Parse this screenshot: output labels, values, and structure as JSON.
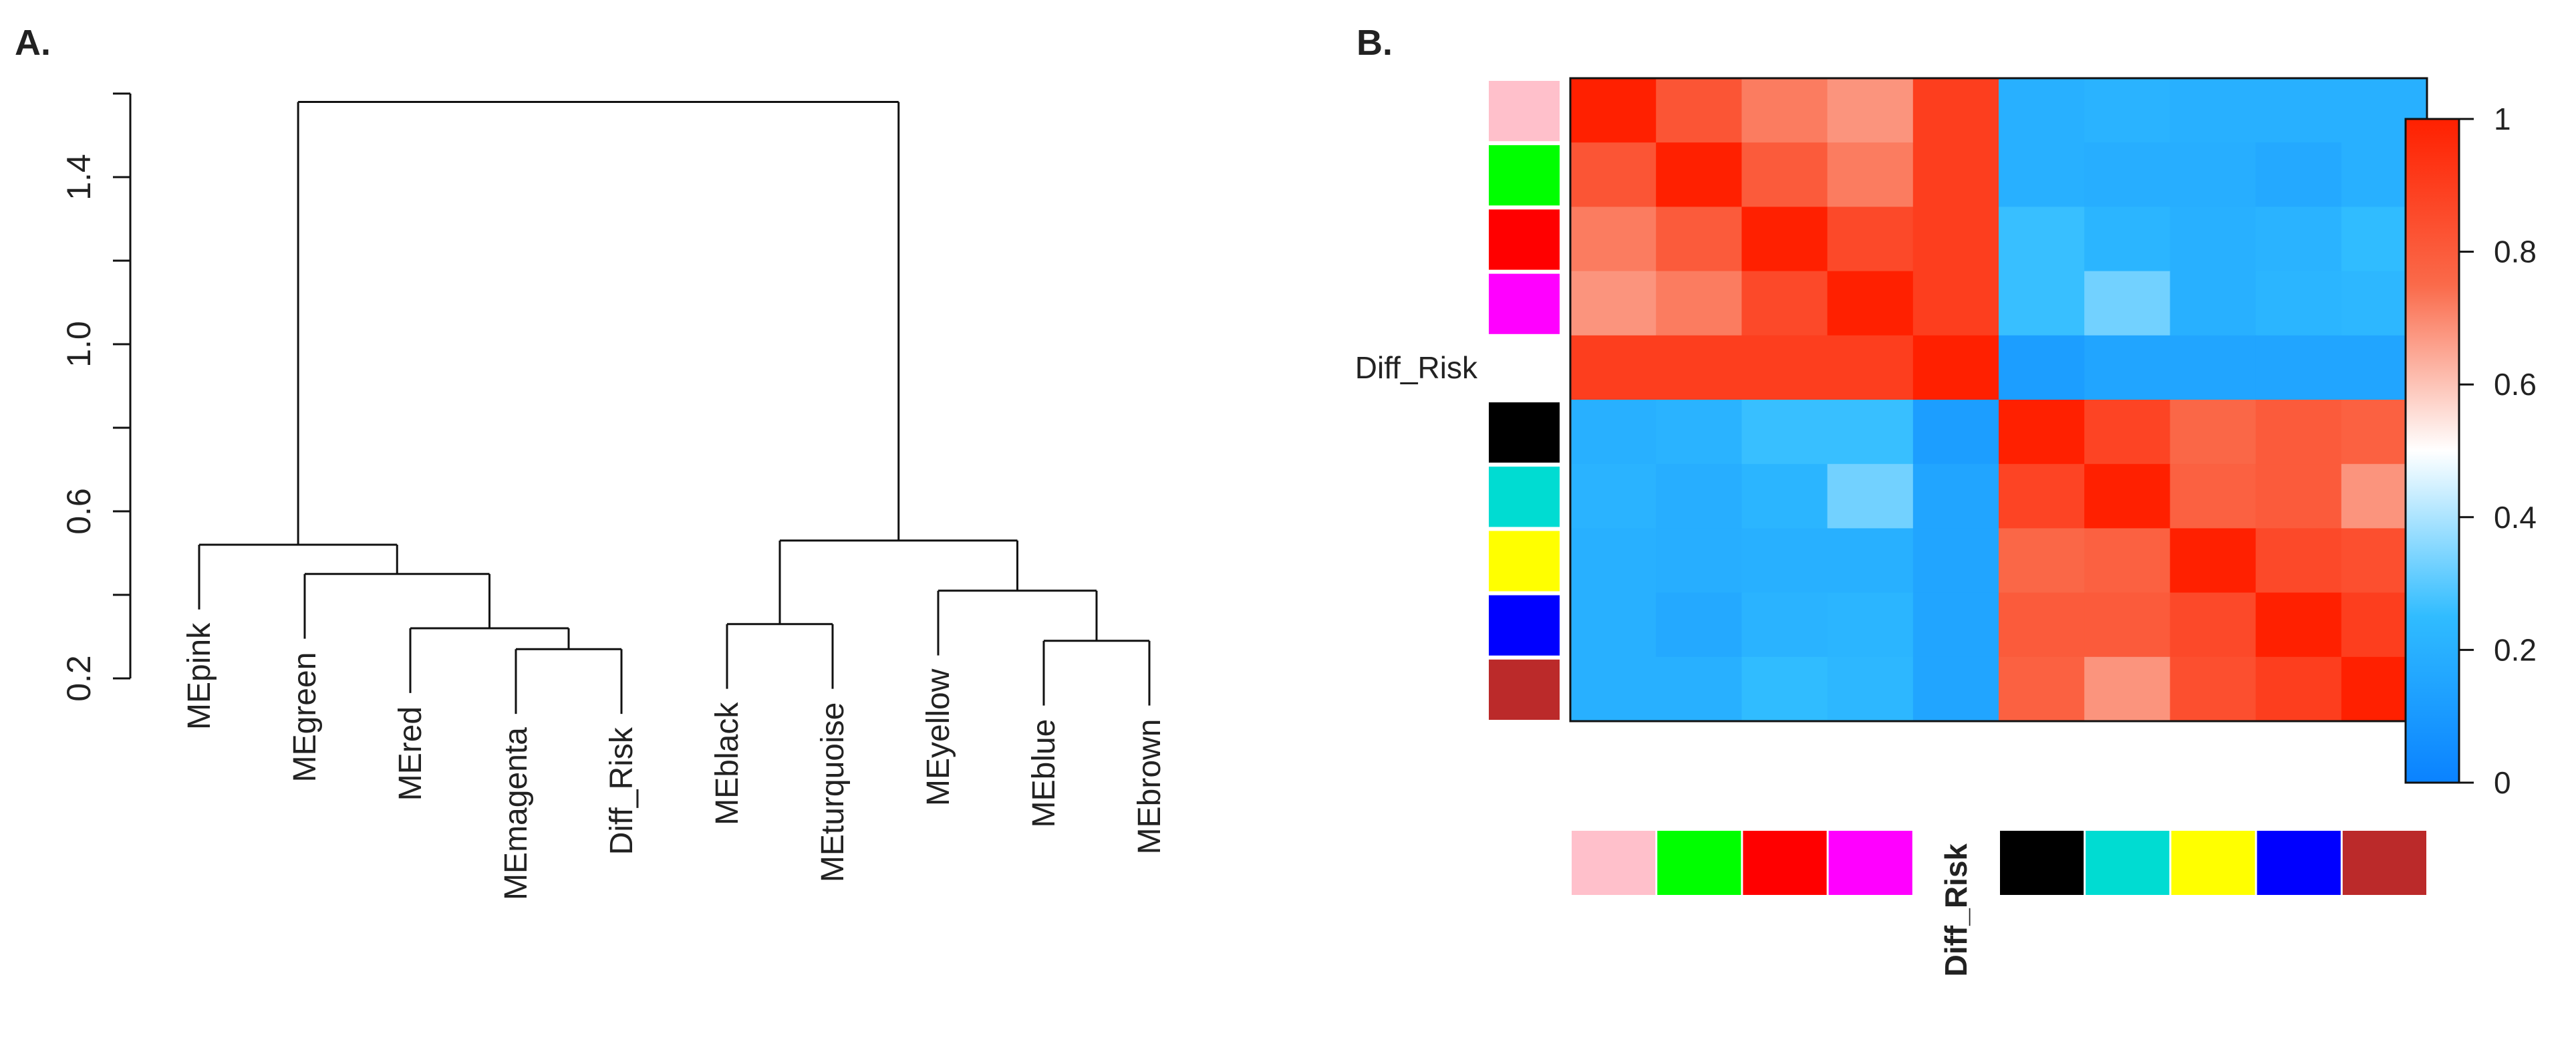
{
  "panels": {
    "a_label": "A.",
    "b_label": "B."
  },
  "chart_data": [
    {
      "type": "dendrogram",
      "panel": "A.",
      "ylim": [
        0.2,
        1.6
      ],
      "yticks": [
        0.2,
        0.6,
        1.0,
        1.4
      ],
      "ytick_labels": [
        "0.2",
        "0.6",
        "1.0",
        "1.4"
      ],
      "leaves": [
        "MEpink",
        "MEgreen",
        "MEred",
        "MEmagenta",
        "Diff_Risk",
        "MEblack",
        "MEturquoise",
        "MEyellow",
        "MEblue",
        "MEbrown"
      ],
      "merges": [
        {
          "left": "L3",
          "right": "L4",
          "height": 0.27
        },
        {
          "left": "L2",
          "right": "N0",
          "height": 0.32
        },
        {
          "left": "L1",
          "right": "N1",
          "height": 0.45
        },
        {
          "left": "L0",
          "right": "N2",
          "height": 0.52
        },
        {
          "left": "L8",
          "right": "L9",
          "height": 0.29
        },
        {
          "left": "L5",
          "right": "L6",
          "height": 0.33
        },
        {
          "left": "L7",
          "right": "N4",
          "height": 0.41
        },
        {
          "left": "N5",
          "right": "N6",
          "height": 0.53
        },
        {
          "left": "N3",
          "right": "N7",
          "height": 1.58
        }
      ]
    },
    {
      "type": "heatmap",
      "panel": "B.",
      "rows": [
        "MEpink",
        "MEgreen",
        "MEred",
        "MEmagenta",
        "Diff_Risk",
        "MEblack",
        "MEturquoise",
        "MEyellow",
        "MEblue",
        "MEbrown"
      ],
      "cols": [
        "MEpink",
        "MEgreen",
        "MEred",
        "MEmagenta",
        "Diff_Risk",
        "MEblack",
        "MEturquoise",
        "MEyellow",
        "MEblue",
        "MEbrown"
      ],
      "row_marker_colors": [
        "#ffc0cb",
        "#00ff00",
        "#ff0000",
        "#ff00ff",
        "",
        "#000000",
        "#00dcd2",
        "#ffff00",
        "#0000ff",
        "#bb2a2a"
      ],
      "col_marker_colors": [
        "#ffc0cb",
        "#00ff00",
        "#ff0000",
        "#ff00ff",
        "",
        "#000000",
        "#00dcd2",
        "#ffff00",
        "#0000ff",
        "#bb2a2a"
      ],
      "text_row_labels": [
        "",
        "",
        "",
        "",
        "Diff_Risk",
        "",
        "",
        "",
        "",
        ""
      ],
      "text_col_labels": [
        "",
        "",
        "",
        "",
        "Diff_Risk",
        "",
        "",
        "",
        "",
        ""
      ],
      "values": [
        [
          1.0,
          0.82,
          0.72,
          0.68,
          0.9,
          0.2,
          0.21,
          0.2,
          0.2,
          0.2
        ],
        [
          0.82,
          1.0,
          0.8,
          0.72,
          0.9,
          0.2,
          0.19,
          0.19,
          0.17,
          0.2
        ],
        [
          0.72,
          0.8,
          1.0,
          0.86,
          0.9,
          0.26,
          0.22,
          0.2,
          0.21,
          0.25
        ],
        [
          0.68,
          0.72,
          0.86,
          1.0,
          0.9,
          0.26,
          0.33,
          0.2,
          0.22,
          0.23
        ],
        [
          0.9,
          0.9,
          0.9,
          0.9,
          1.0,
          0.12,
          0.15,
          0.15,
          0.15,
          0.15
        ],
        [
          0.2,
          0.21,
          0.26,
          0.26,
          0.12,
          1.0,
          0.88,
          0.76,
          0.8,
          0.78
        ],
        [
          0.21,
          0.19,
          0.22,
          0.33,
          0.15,
          0.88,
          1.0,
          0.78,
          0.8,
          0.68
        ],
        [
          0.2,
          0.19,
          0.2,
          0.2,
          0.15,
          0.76,
          0.78,
          1.0,
          0.86,
          0.84
        ],
        [
          0.2,
          0.17,
          0.21,
          0.22,
          0.15,
          0.8,
          0.8,
          0.86,
          1.0,
          0.9
        ],
        [
          0.2,
          0.2,
          0.25,
          0.23,
          0.15,
          0.78,
          0.68,
          0.84,
          0.9,
          1.0
        ]
      ],
      "colorbar": {
        "range": [
          0,
          1
        ],
        "ticks": [
          0,
          0.2,
          0.4,
          0.6,
          0.8,
          1
        ],
        "tick_labels": [
          "0",
          "0.2",
          "0.4",
          "0.6",
          "0.8",
          "1"
        ],
        "colors": [
          "#0a82ff",
          "#30bcff",
          "#ffffff",
          "#fa6a4a",
          "#ff2000"
        ]
      }
    }
  ]
}
